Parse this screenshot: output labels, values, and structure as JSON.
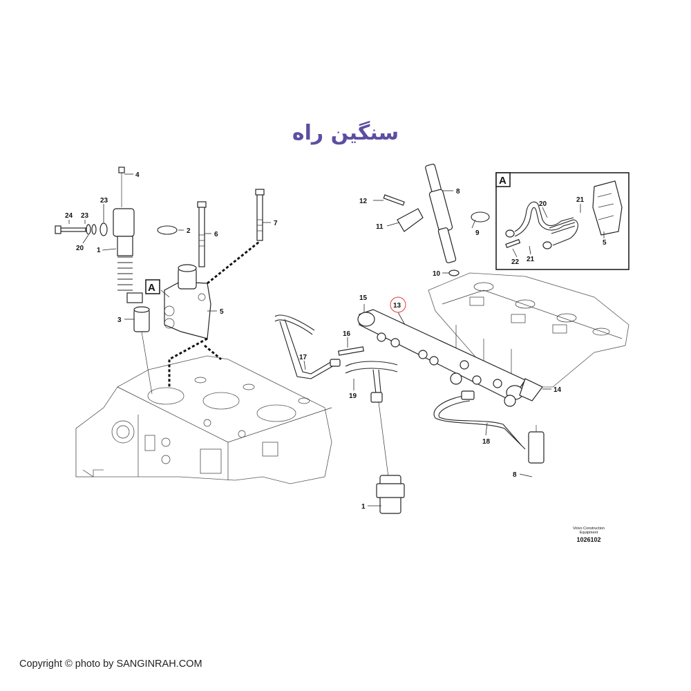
{
  "logo": {
    "text": "سنگین راه"
  },
  "callouts": {
    "left": {
      "c4": "4",
      "c23a": "23",
      "c23b": "23",
      "c24": "24",
      "c20": "20",
      "c1": "1",
      "c2": "2",
      "c6": "6",
      "c7": "7",
      "c3": "3",
      "c5": "5",
      "cA": "A"
    },
    "right": {
      "c12": "12",
      "c11": "11",
      "c8": "8",
      "c9": "9",
      "c10": "10",
      "c15": "15",
      "c13": "13",
      "c16": "16",
      "c17": "17",
      "c19": "19",
      "c14": "14",
      "c18": "18",
      "c8b": "8",
      "c1b": "1"
    },
    "detail": {
      "cA": "A",
      "c20": "20",
      "c21a": "21",
      "c21b": "21",
      "c22": "22",
      "c5": "5"
    }
  },
  "stamp": {
    "organization": "Volvo Construction Equipment",
    "number": "1026102"
  },
  "highlight_color": "#e53935",
  "logo_color": "#5b4fa0",
  "copyright": "Copyright © photo by SANGINRAH.COM"
}
